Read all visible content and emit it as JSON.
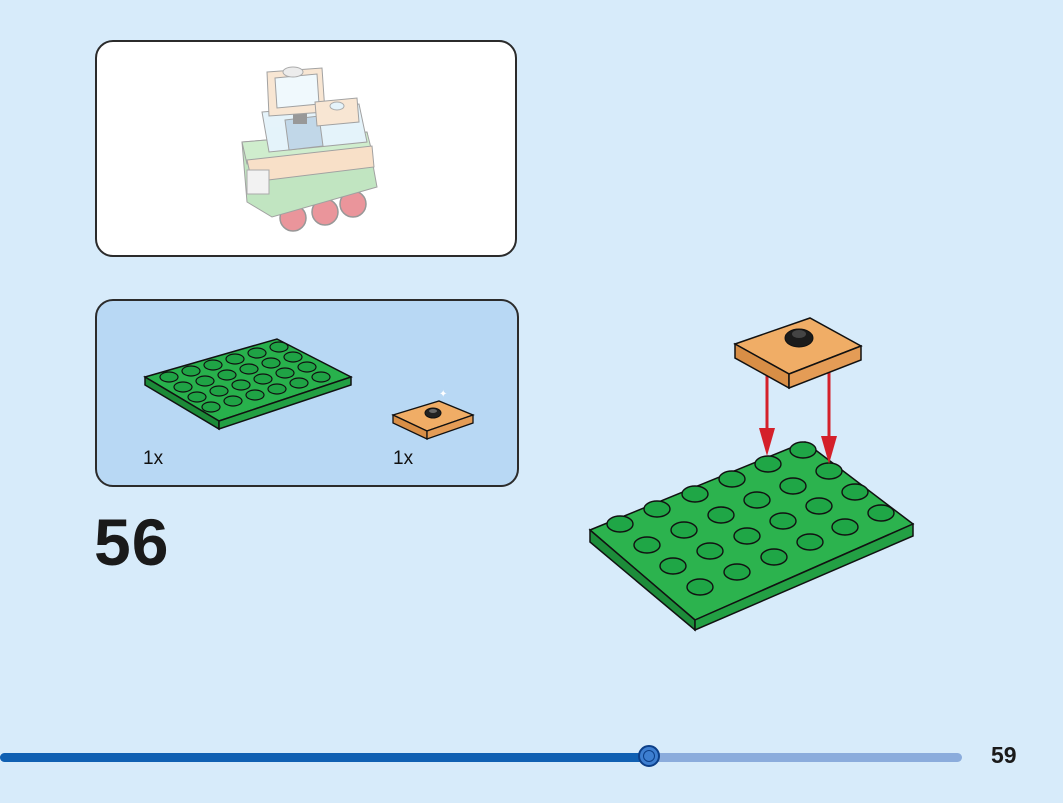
{
  "instructions": {
    "step_number": "56",
    "parts": [
      {
        "name": "green-plate-4x6",
        "quantity": "1x",
        "color": "#20a244"
      },
      {
        "name": "tan-tile-2x2-with-stud",
        "quantity": "1x",
        "color": "#e9a763"
      }
    ],
    "assembly_arrow_color": "#d4202a"
  },
  "footer": {
    "page_number": "59",
    "progress_fraction": 0.675
  },
  "colors": {
    "background": "#d7ebfa",
    "parts_panel": "#b8d8f4",
    "progress_fill": "#1060b2",
    "progress_track": "#8bacdc"
  }
}
